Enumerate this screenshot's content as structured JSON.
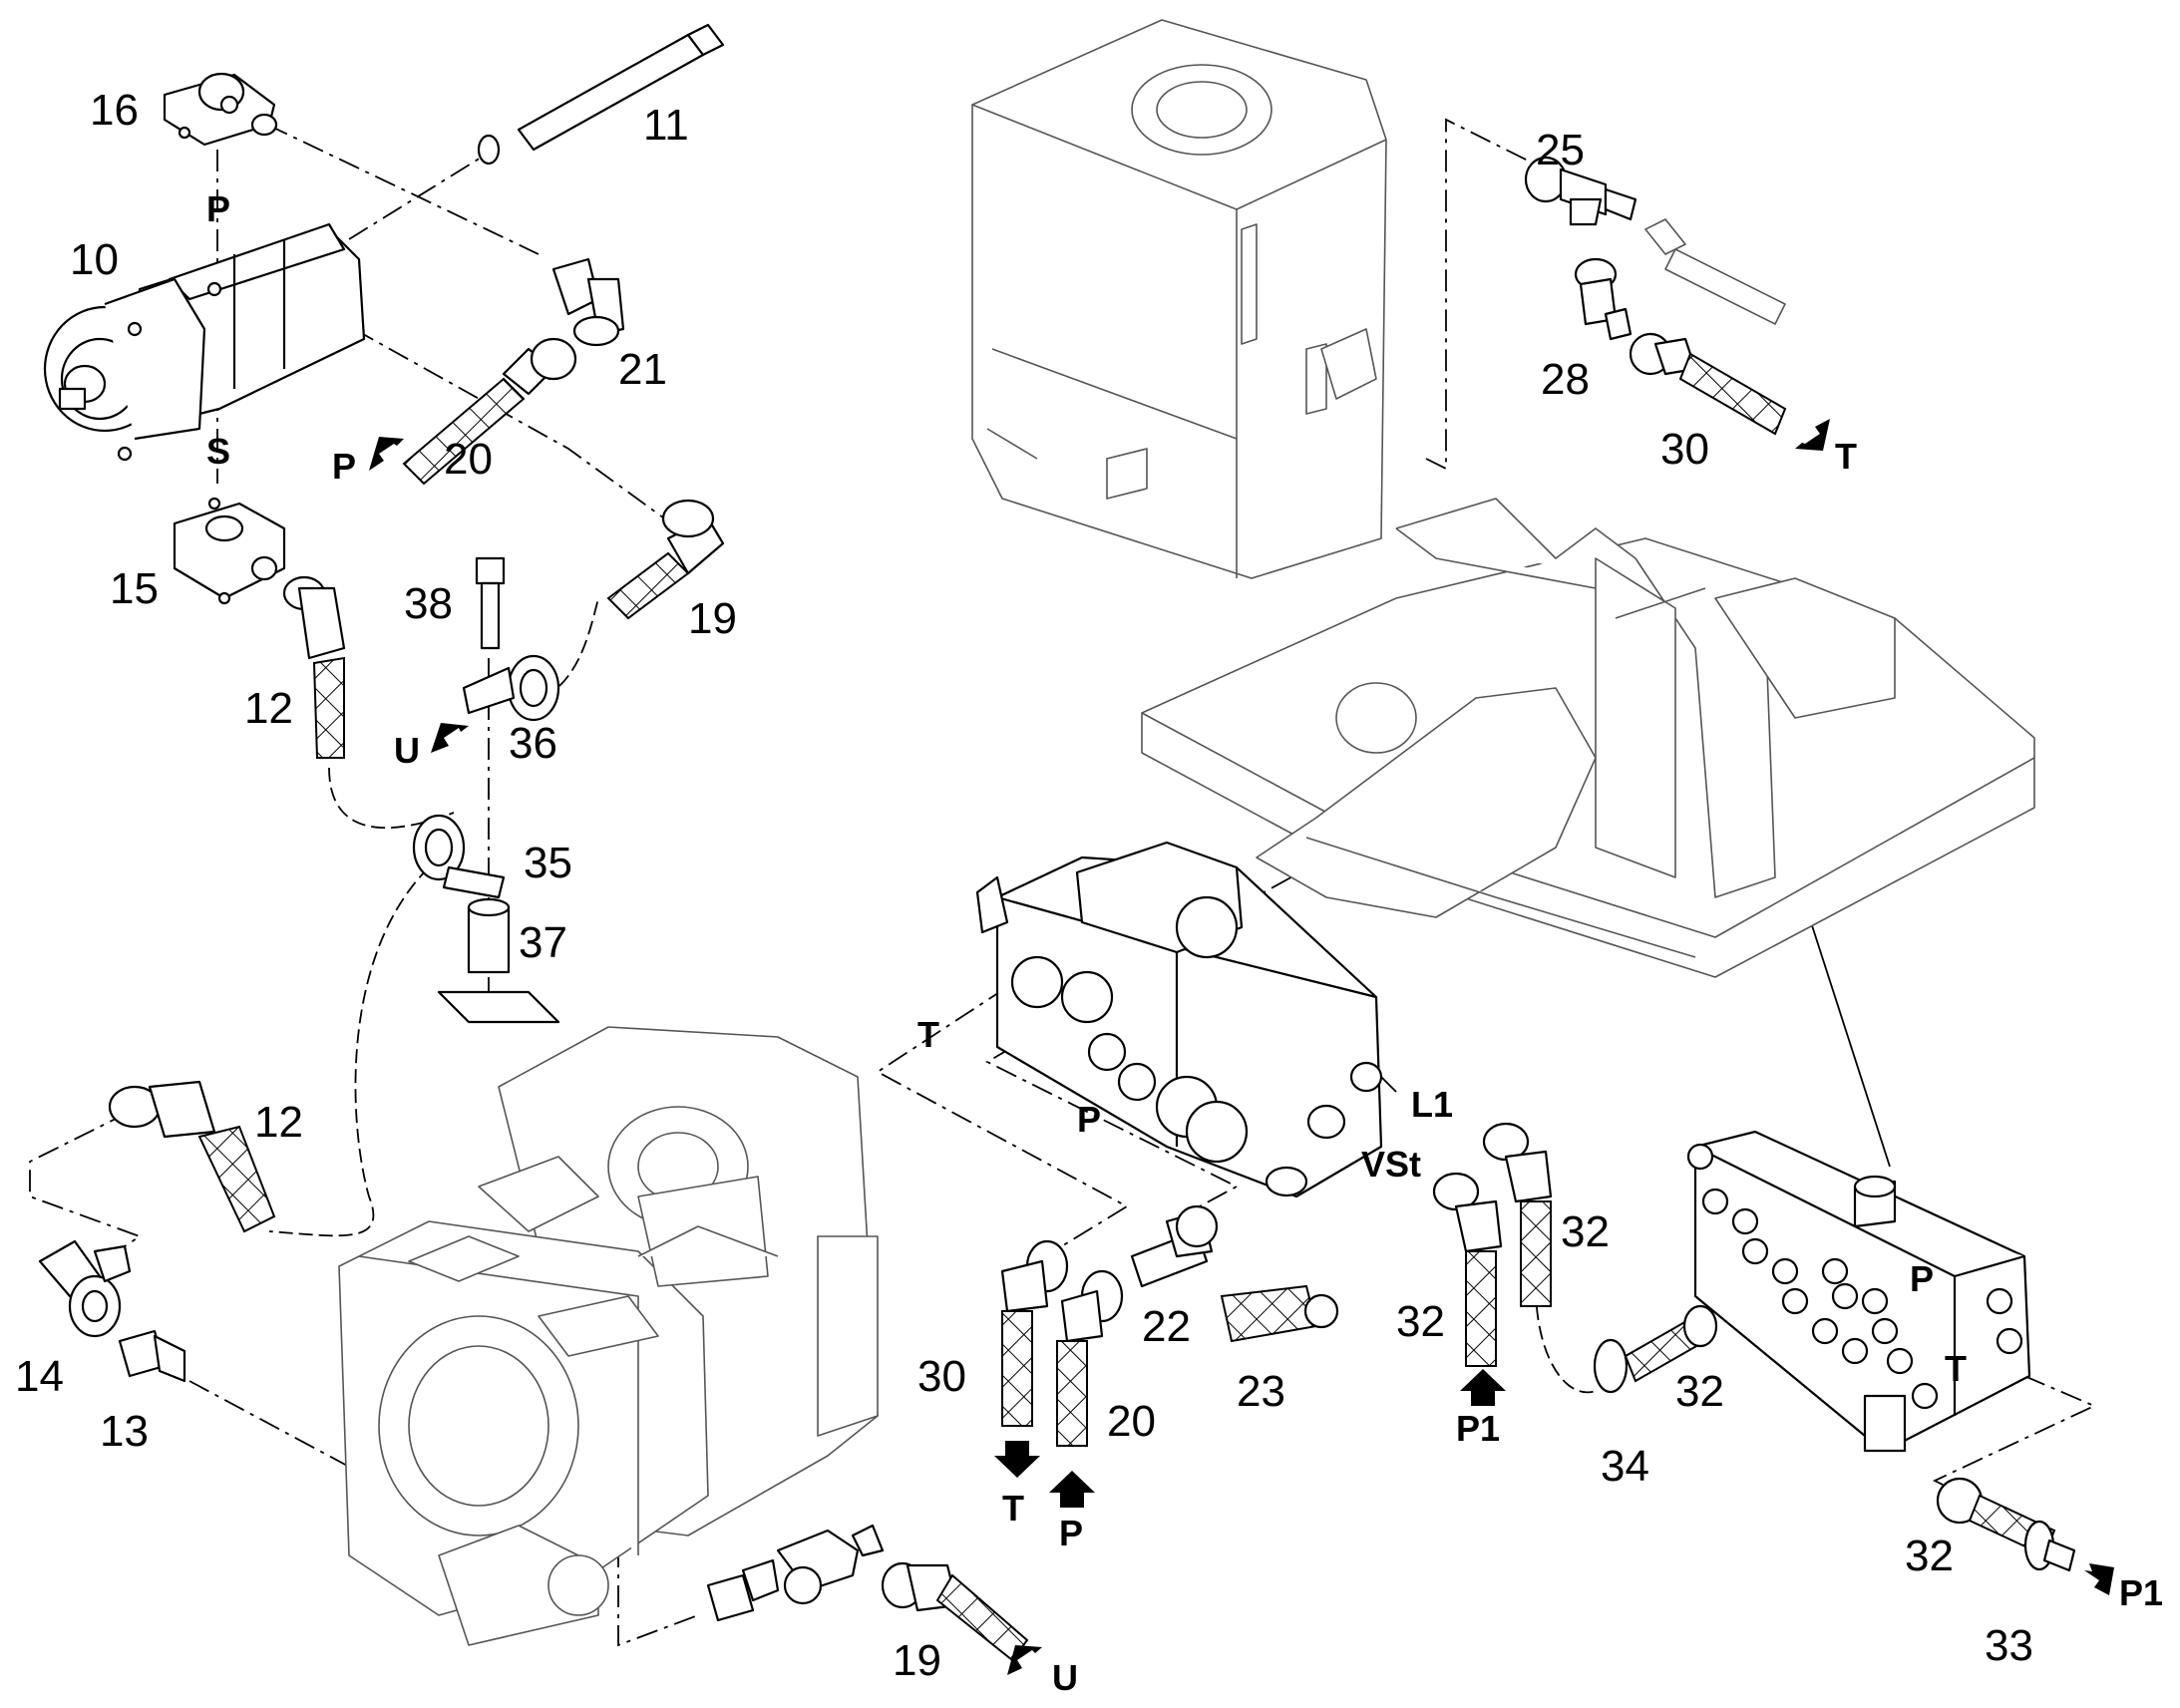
{
  "part_numbers": {
    "p10": "10",
    "p11": "11",
    "p12a": "12",
    "p12b": "12",
    "p13": "13",
    "p14": "14",
    "p15": "15",
    "p16": "16",
    "p19a": "19",
    "p19b": "19",
    "p20a": "20",
    "p20b": "20",
    "p21": "21",
    "p22": "22",
    "p23": "23",
    "p25": "25",
    "p28": "28",
    "p30a": "30",
    "p30b": "30",
    "p32a": "32",
    "p32b": "32",
    "p32c": "32",
    "p32d": "32",
    "p33": "33",
    "p34": "34",
    "p35": "35",
    "p36": "36",
    "p37": "37",
    "p38": "38"
  },
  "flow_labels": {
    "pump_p": "P",
    "pump_s": "S",
    "hose20_p": "P",
    "clamp_u": "U",
    "hose19_u": "U",
    "tank_t": "T",
    "valve_t": "T",
    "valve_p": "P",
    "valve_l1": "L1",
    "valve_vst": "VSt",
    "hose30_t": "T",
    "hose20b_p": "P",
    "hose32_p1": "P1",
    "manifold_p": "P",
    "manifold_t": "T",
    "hose33_p1": "P1"
  },
  "icons": [
    "arrow-icon"
  ],
  "colors": {
    "line": "#000000",
    "background": "#ffffff",
    "ghost_line": "#555555"
  }
}
